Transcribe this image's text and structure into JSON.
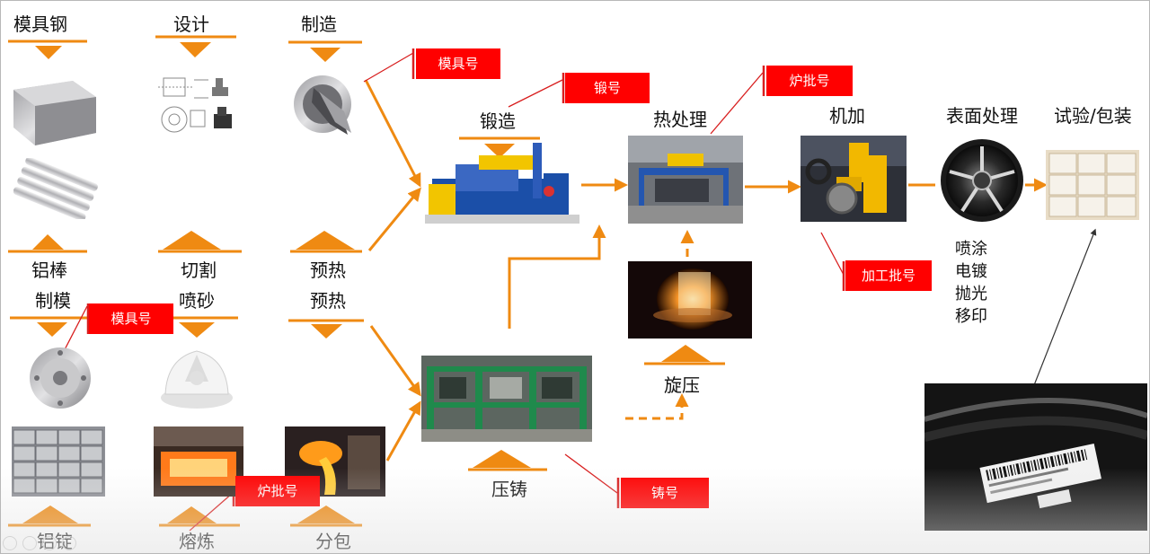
{
  "steps": {
    "mold_steel": "模具钢",
    "design": "设计",
    "manufacture": "制造",
    "al_bar": "铝棒",
    "cut": "切割",
    "preheat_top": "预热",
    "forging": "锻造",
    "heat_treatment": "热处理",
    "machining": "机加",
    "surface_treatment": "表面处理",
    "test_pack": "试验/包装",
    "mold_making": "制模",
    "sandblast": "喷砂",
    "preheat_mid": "预热",
    "spinning": "旋压",
    "die_casting": "压铸",
    "al_ingot": "铝锭",
    "smelting": "熔炼",
    "ladle": "分包"
  },
  "tags": {
    "mold_no_top": "模具号",
    "forge_no": "锻号",
    "heat_batch_top": "炉批号",
    "machining_batch": "加工批号",
    "mold_no_mid": "模具号",
    "heat_batch_bottom": "炉批号",
    "cast_no": "铸号"
  },
  "surface_options": [
    "喷涂",
    "电镀",
    "抛光",
    "移印"
  ],
  "colors": {
    "flow_arrow": "#ef8a12",
    "tag_bg": "#ff0000",
    "leader": "#d81e1e"
  }
}
